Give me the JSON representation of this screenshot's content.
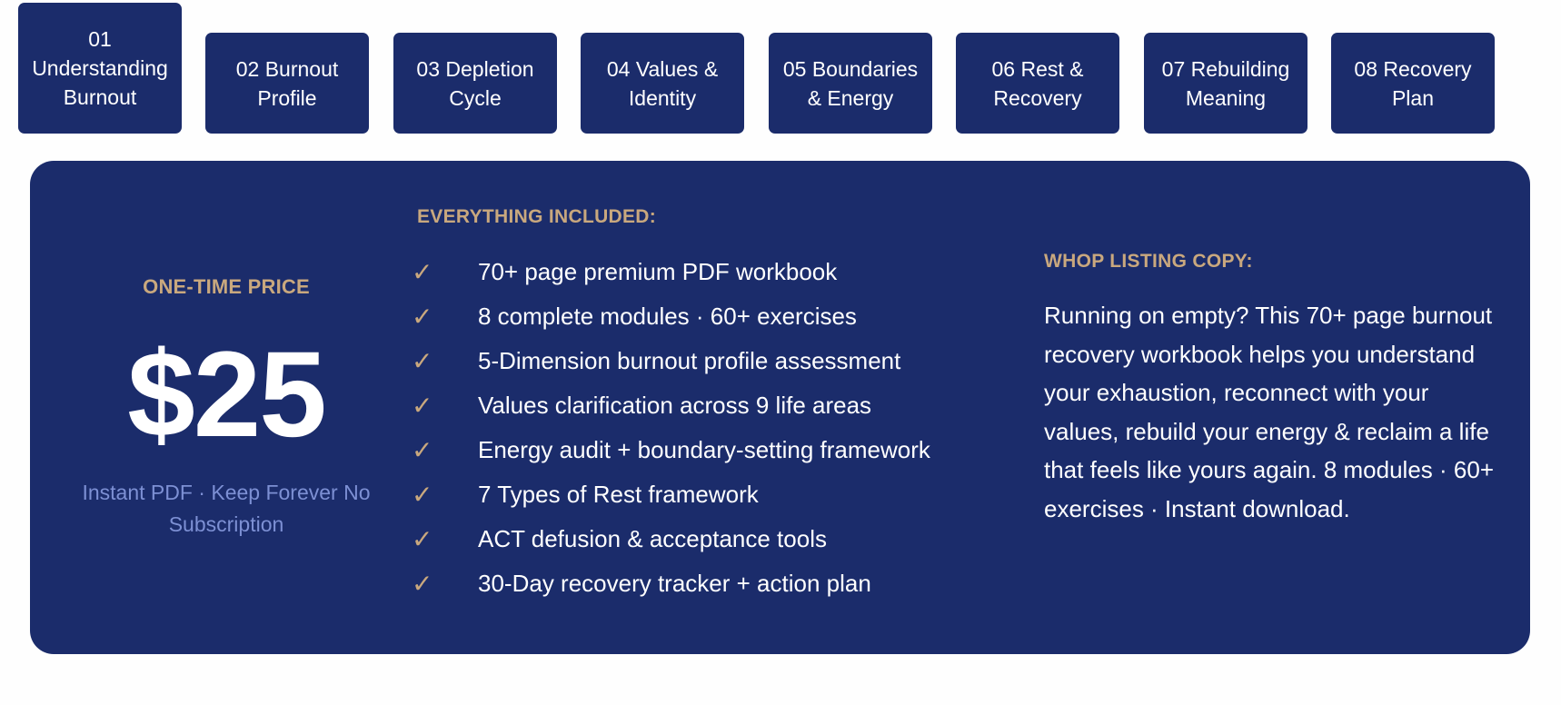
{
  "tabs": [
    {
      "number": "01",
      "title": "Understanding Burnout",
      "active": true
    },
    {
      "number": "02",
      "title": "Burnout Profile",
      "active": false
    },
    {
      "number": "03",
      "title": "Depletion Cycle",
      "active": false
    },
    {
      "number": "04",
      "title": "Values & Identity",
      "active": false
    },
    {
      "number": "05",
      "title": "Boundaries & Energy",
      "active": false
    },
    {
      "number": "06",
      "title": "Rest & Recovery",
      "active": false
    },
    {
      "number": "07",
      "title": "Rebuilding Meaning",
      "active": false
    },
    {
      "number": "08",
      "title": "Recovery Plan",
      "active": false
    }
  ],
  "pricing": {
    "label": "ONE-TIME PRICE",
    "price": "$25",
    "subtext": "Instant PDF · Keep Forever No Subscription"
  },
  "included": {
    "title": "EVERYTHING INCLUDED:",
    "check_icon": "checkmark-icon",
    "items": [
      "70+ page premium PDF workbook",
      "8 complete modules · 60+ exercises",
      "5-Dimension burnout profile assessment",
      "Values clarification across 9 life areas",
      "Energy audit + boundary-setting framework",
      "7 Types of Rest framework",
      "ACT defusion & acceptance tools",
      "30-Day recovery tracker + action plan"
    ]
  },
  "listing": {
    "title": "WHOP LISTING COPY:",
    "text": "Running on empty? This 70+ page burnout recovery workbook helps you understand your exhaustion, reconnect with your values, rebuild your energy & reclaim a life that feels like yours again. 8 modules · 60+ exercises · Instant download."
  },
  "colors": {
    "navy": "#1b2c6b",
    "gold": "#c9a87e",
    "subtext_blue": "#7d90d4",
    "text": "#ffffff"
  }
}
